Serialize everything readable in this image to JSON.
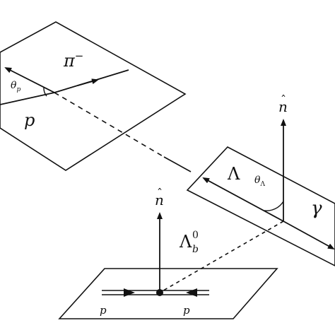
{
  "diagram": {
    "colors": {
      "stroke": "#111111",
      "background": "#ffffff"
    },
    "labels": {
      "pi_minus": {
        "base": "π",
        "sup": "−"
      },
      "proton_top": "p",
      "theta_p": {
        "base": "θ",
        "sub": "p"
      },
      "n_hat_top": {
        "base": "n",
        "accent": "ˆ"
      },
      "lambda": "Λ",
      "theta_lambda": {
        "base": "θ",
        "sub": "Λ"
      },
      "gamma": "γ",
      "n_hat_bottom": {
        "base": "n",
        "accent": "ˆ"
      },
      "lambda_b": {
        "base": "Λ",
        "sub": "b",
        "sup": "0"
      },
      "proton_left": "p",
      "proton_right": "p"
    }
  }
}
